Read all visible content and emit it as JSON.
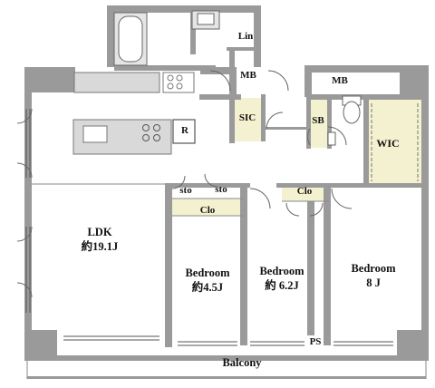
{
  "rooms": {
    "ldk": {
      "name": "LDK",
      "size": "約19.1J"
    },
    "bed1": {
      "name": "Bedroom",
      "size": "約4.5J"
    },
    "bed2": {
      "name": "Bedroom",
      "size": "約 6.2J"
    },
    "bed3": {
      "name": "Bedroom",
      "size": "8 J"
    },
    "wic": {
      "name": "WIC"
    },
    "balcony": {
      "name": "Balcony"
    }
  },
  "labels": {
    "lin": "Lin",
    "mb_upper": "MB",
    "mb_right": "MB",
    "sic": "SIC",
    "sb": "SB",
    "fridge": "R",
    "sto_left": "sto",
    "sto_right": "sto",
    "clo_left": "Clo",
    "clo_right": "Clo",
    "ps": "PS"
  },
  "colors": {
    "wall": "#9a9a9a",
    "wall_dark": "#7d7d7d",
    "counter": "#d9d9d9",
    "storage_fill": "#f3f1cf",
    "line": "#555555",
    "background": "#ffffff"
  }
}
